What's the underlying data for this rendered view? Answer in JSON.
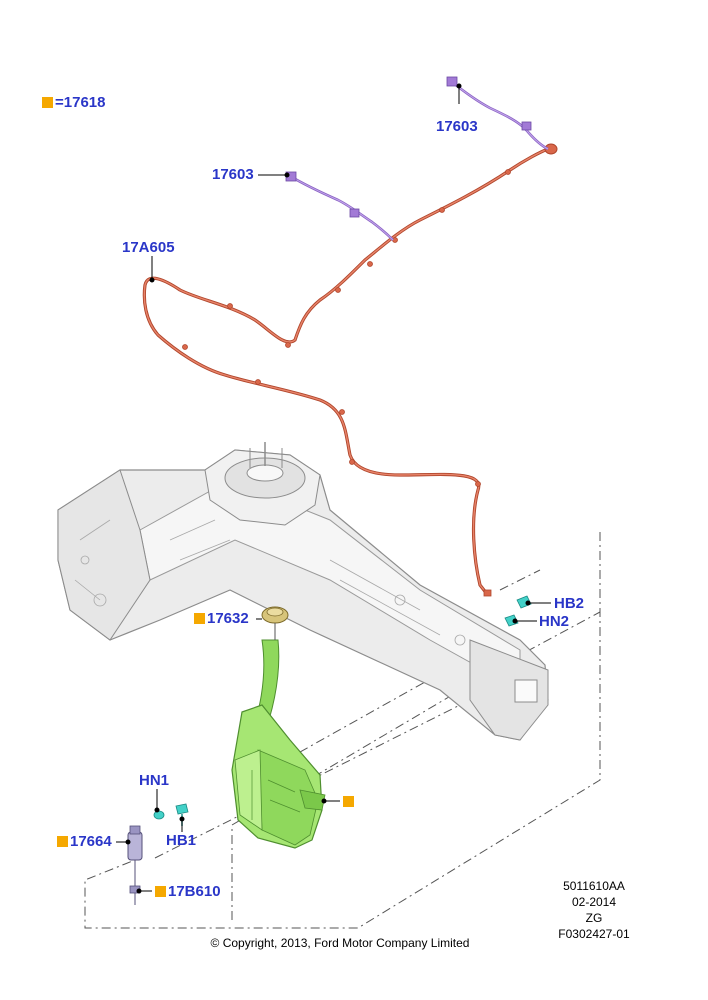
{
  "colors": {
    "label": "#2a36c8",
    "marker": "#f5a800",
    "hose": "#d9674a",
    "hose_dark": "#b0462c",
    "nozzle_hose": "#a27ad6",
    "reservoir": "#9be06a",
    "reservoir_dark": "#5aa23a",
    "clip": "#43d1c8",
    "frame": "#e9e9e9",
    "frame_line": "#8c8c8c"
  },
  "legend": {
    "equals": "=",
    "code": "17618"
  },
  "labels": {
    "nozzle_right": "17603",
    "nozzle_left": "17603",
    "hose": "17A605",
    "clip_hb2": "HB2",
    "clip_hn2": "HN2",
    "cap": "17632",
    "reservoir_marker": "",
    "hn1": "HN1",
    "hb1": "HB1",
    "pump": "17664",
    "grommet": "17B610"
  },
  "reference": {
    "line1": "5011610AA",
    "line2": "02-2014",
    "line3": "ZG",
    "line4": "F0302427-01"
  },
  "copyright": "© Copyright, 2013, Ford Motor Company Limited"
}
